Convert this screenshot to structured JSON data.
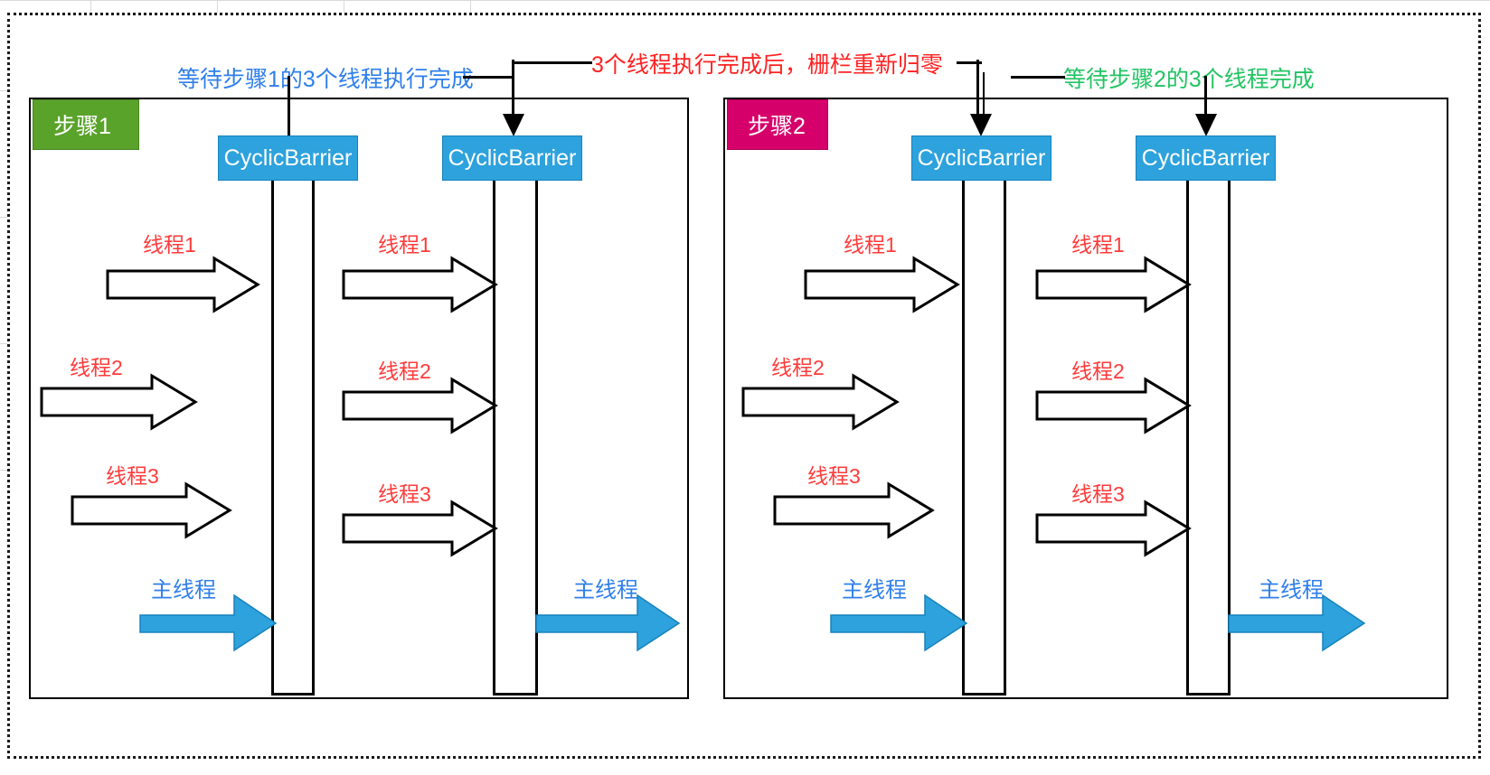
{
  "diagram": {
    "title_alt": "CyclicBarrier 两个步骤示意图",
    "annotations": {
      "left": "等待步骤1的3个线程执行完成",
      "middle": "3个线程执行完成后，栅栏重新归零",
      "right": "等待步骤2的3个线程完成"
    },
    "colors": {
      "step1_badge": "#5AA32B",
      "step2_badge": "#D6006B",
      "barrier_box": "#2DA2DD",
      "thread_label": "#FF3B3B",
      "main_label": "#2F7FEA",
      "anno_blue": "#2F7FEA",
      "anno_red": "#FF2222",
      "anno_green": "#22C463",
      "stroke": "#000000"
    },
    "panels": [
      {
        "id": "step1",
        "badge": "步骤1",
        "barriers": [
          {
            "label": "CyclicBarrier"
          },
          {
            "label": "CyclicBarrier"
          }
        ],
        "groups": [
          {
            "threads": [
              "线程1",
              "线程2",
              "线程3"
            ],
            "main_thread": "主线程"
          },
          {
            "threads": [
              "线程1",
              "线程2",
              "线程3"
            ],
            "main_thread": "主线程"
          }
        ]
      },
      {
        "id": "step2",
        "badge": "步骤2",
        "barriers": [
          {
            "label": "CyclicBarrier"
          },
          {
            "label": "CyclicBarrier"
          }
        ],
        "groups": [
          {
            "threads": [
              "线程1",
              "线程2",
              "线程3"
            ],
            "main_thread": "主线程"
          },
          {
            "threads": [
              "线程1",
              "线程2",
              "线程3"
            ],
            "main_thread": "主线程"
          }
        ]
      }
    ]
  }
}
